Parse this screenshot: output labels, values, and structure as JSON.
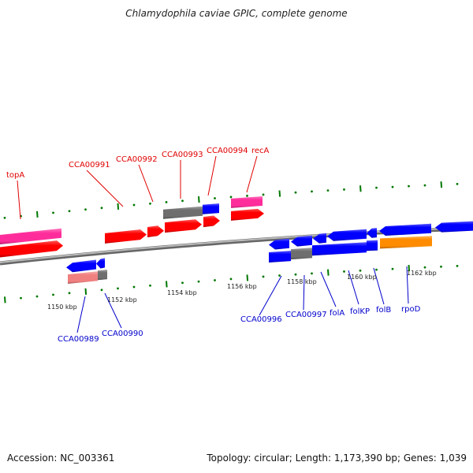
{
  "title": "Chlamydophila caviae GPIC, complete genome",
  "footer": {
    "accession": "Accession: NC_003361",
    "summary": "Topology: circular; Length: 1,173,390 bp; Genes: 1,039"
  },
  "colors": {
    "forward_label": "#e00000",
    "reverse_label": "#0000cc",
    "cds_forward": "#ff0000",
    "cds_reverse": "#0000ff",
    "gene_pink": "#ff2d9b",
    "gene_gray": "#6e6e6e",
    "gene_blue": "#0000ff",
    "gene_orange": "#ff8c00",
    "gene_lightred": "#f08080",
    "backbone": "#888888",
    "ticks": "#007700"
  },
  "ticks": {
    "labels": [
      "1150 kbp",
      "1152 kbp",
      "1154 kbp",
      "1156 kbp",
      "1158 kbp",
      "1160 kbp",
      "1162 kbp"
    ],
    "values_kbp": [
      1150,
      1152,
      1154,
      1156,
      1158,
      1160,
      1162
    ]
  },
  "forward_labels": [
    {
      "name": "topA"
    },
    {
      "name": "CCA00991"
    },
    {
      "name": "CCA00992"
    },
    {
      "name": "CCA00993"
    },
    {
      "name": "CCA00994"
    },
    {
      "name": "recA"
    }
  ],
  "reverse_labels": [
    {
      "name": "CCA00989"
    },
    {
      "name": "CCA00990"
    },
    {
      "name": "CCA00996"
    },
    {
      "name": "CCA00997"
    },
    {
      "name": "folA"
    },
    {
      "name": "folKP"
    },
    {
      "name": "folB"
    },
    {
      "name": "rpoD"
    }
  ]
}
